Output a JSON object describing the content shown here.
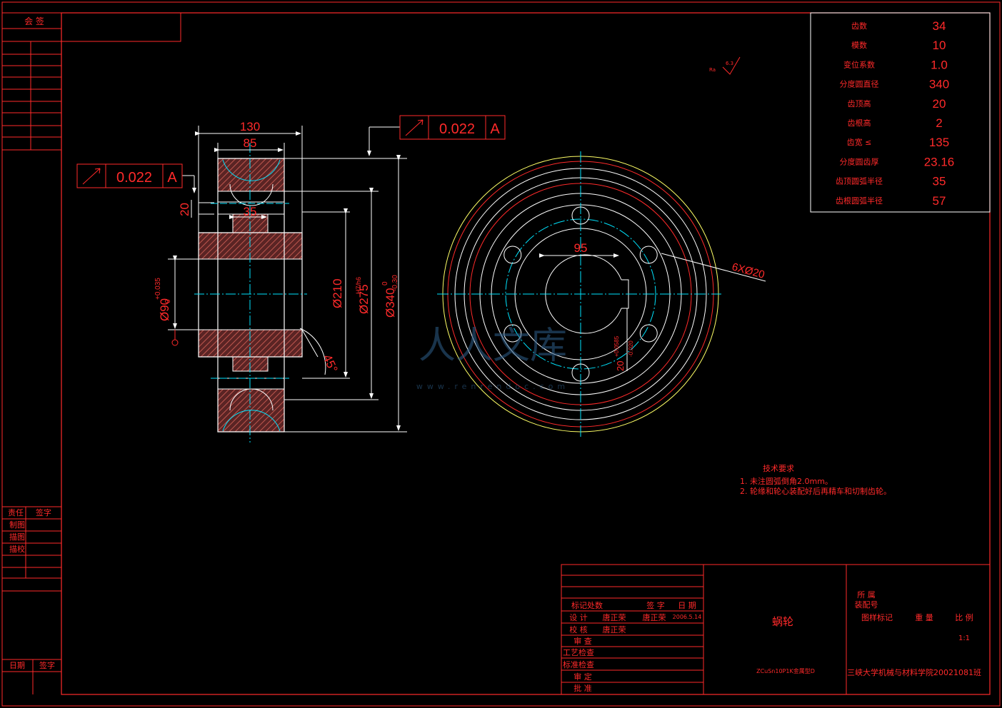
{
  "drawing": {
    "part_name": "蜗轮",
    "material": "ZCuSn10P1K金属型D",
    "school": "三峡大学机械与材料学院20021081班",
    "scale_value": "1:1",
    "date": "2006.5.14",
    "designer": "唐正荣"
  },
  "left_strip": {
    "countersign": "会  签",
    "responsibility": "责任",
    "sign": "签字",
    "drafted": "制图",
    "traced": "描图",
    "traced_check": "描校",
    "date": "日期",
    "sign2": "签字"
  },
  "params_table": [
    {
      "label": "齿数",
      "value": "34"
    },
    {
      "label": "模数",
      "value": "10"
    },
    {
      "label": "变位系数",
      "value": "1.0"
    },
    {
      "label": "分度圆直径",
      "value": "340"
    },
    {
      "label": "齿顶高",
      "value": "20"
    },
    {
      "label": "齿根高",
      "value": "2"
    },
    {
      "label": "齿宽 ≤",
      "value": "135"
    },
    {
      "label": "分度圆齿厚",
      "value": "23.16"
    },
    {
      "label": "齿顶圆弧半径",
      "value": "35"
    },
    {
      "label": "齿根圆弧半径",
      "value": "57"
    }
  ],
  "roughness": {
    "prefix": "Ra",
    "value": "6.3"
  },
  "tolerance_frames": [
    {
      "symbol": "↗",
      "value": "0.022",
      "datum": "A"
    },
    {
      "symbol": "↗",
      "value": "0.022",
      "datum": "A"
    }
  ],
  "datum_letter": "A",
  "dimensions": {
    "width_total": "130",
    "width_hub": "85",
    "groove": "35",
    "step": "20",
    "bore": "Ø90",
    "bore_tol_upper": "+0.035",
    "bore_tol_lower": "0",
    "d210": "Ø210",
    "d275": "Ø275",
    "d275_fit": "H7/h6",
    "d340": "Ø340",
    "d340_tol_upper": "0",
    "d340_tol_lower": "-0.30",
    "chamfer": "45°",
    "keyway": "95",
    "holes": "6XØ20",
    "key_width": "20",
    "key_tol_upper": "+0.0585",
    "key_tol_lower": "-0.020"
  },
  "tech_req": {
    "title": "技术要求",
    "lines": [
      "1. 未注圆弧倒角2.0mm。",
      "2. 轮缘和轮心装配好后再精车和切制齿轮。"
    ]
  },
  "title_block": {
    "mark": "标记",
    "count": "处数",
    "sign": "签 字",
    "date": "日 期",
    "design": "设 计",
    "check": "校 核",
    "review": "审 查",
    "process": "工艺检查",
    "standard": "标准检查",
    "examine": "审 定",
    "approve": "批 准",
    "belong": "所 属",
    "assembly": "装配号",
    "pattern": "图样标记",
    "weight": "重 量",
    "scale": "比 例"
  },
  "watermark": {
    "text": "人人文库",
    "url": "www.renrendoc.com"
  },
  "colors": {
    "frame": "#ff2a2a",
    "center": "#00e5ff",
    "hatch": "#c0574f",
    "white": "#ffffff",
    "yellow": "#ffff66"
  }
}
